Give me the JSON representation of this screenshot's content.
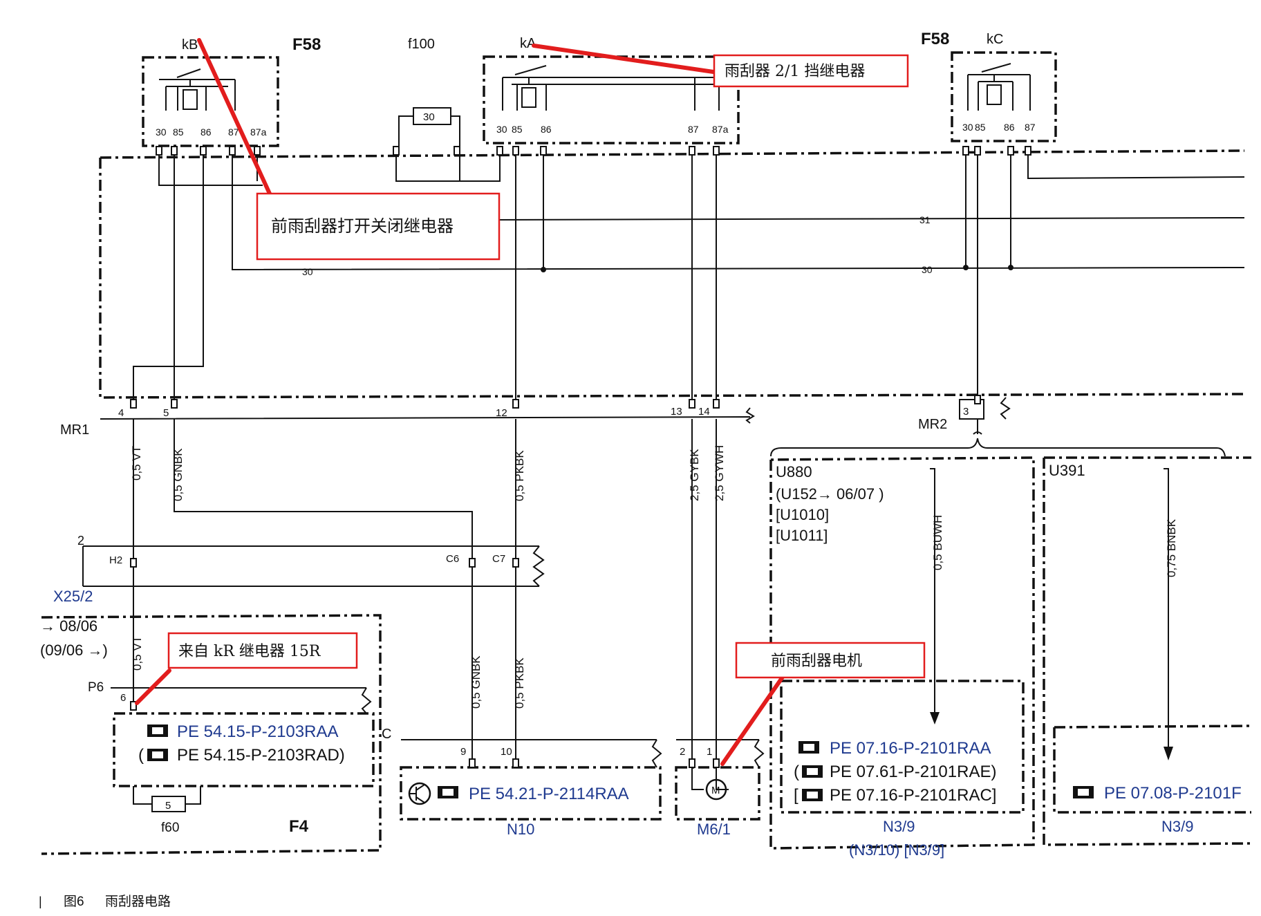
{
  "relays": {
    "kb": {
      "id": "kB",
      "group": "F58",
      "pins": [
        "30",
        "85",
        "86",
        "87",
        "87a"
      ]
    },
    "fuse_mid": {
      "id": "f100",
      "rating": "30"
    },
    "ka": {
      "id": "kA",
      "pins": [
        "30",
        "85",
        "86",
        "87",
        "87a"
      ]
    },
    "kc": {
      "id": "kC",
      "group": "F58",
      "pins": [
        "30",
        "85",
        "86",
        "87"
      ]
    }
  },
  "annotations": {
    "wiper_21": "雨刮器 2/1 挡继电器",
    "front_wiper_switch": "前雨刮器打开关闭继电器",
    "from_kr": "来自 kR 继电器 15R",
    "front_wiper_motor": "前雨刮器电机"
  },
  "bus_labels": {
    "b31": "31",
    "b30a": "30",
    "b30b": "30"
  },
  "connectors": {
    "mr1": {
      "name": "MR1",
      "pins": [
        "4",
        "5",
        "12",
        "13",
        "14"
      ]
    },
    "mr2": {
      "name": "MR2",
      "pin": "3"
    },
    "x25": {
      "name": "X25/2",
      "num": "2",
      "pins": [
        "H2",
        "C6",
        "C7"
      ]
    },
    "p6": {
      "name": "P6",
      "pin": "6"
    }
  },
  "wires": {
    "w1": "0,5 VT",
    "w2": "0,5 GNBK",
    "w3": "0,5 PKBK",
    "w4": "2,5 GYBK",
    "w5": "2,5 GYWH",
    "w6": "0,5 VT",
    "w7": "0,5 GNBK",
    "w8": "0,5 PKBK",
    "w9": "0,5 BUWH",
    "w10": "0,75 BNBK"
  },
  "modules": {
    "u880": [
      "U880",
      "(U152→ 06/07 )",
      "[U1010]",
      "[U1011]"
    ],
    "u391": "U391",
    "f4": {
      "date1": "→ 08/06",
      "date2": "(09/06 →)",
      "ref1": "PE 54.15-P-2103RAA",
      "ref2": "(",
      "ref2b": "PE 54.15-P-2103RAD)",
      "c_label": "C",
      "fuse": "5",
      "fuse_name": "f60",
      "name": "F4"
    },
    "n10": {
      "ref": "PE 54.21-P-2114RAA",
      "pins": [
        "9",
        "10"
      ],
      "name": "N10"
    },
    "m6": {
      "pins": [
        "2",
        "1"
      ],
      "motor": "M",
      "name": "M6/1"
    },
    "n39a": {
      "ref1": "PE 07.16-P-2101RAA",
      "ref2": "(",
      "ref2b": "PE 07.61-P-2101RAE)",
      "ref3": "[",
      "ref3b": "PE 07.16-P-2101RAC]",
      "name": "N3/9",
      "name2": "(N3/10) [N3/9]"
    },
    "n39b": {
      "ref": "PE 07.08-P-2101F",
      "name": "N3/9"
    }
  },
  "caption": {
    "mark": "|",
    "fig": "图6",
    "text": "雨刮器电路"
  }
}
